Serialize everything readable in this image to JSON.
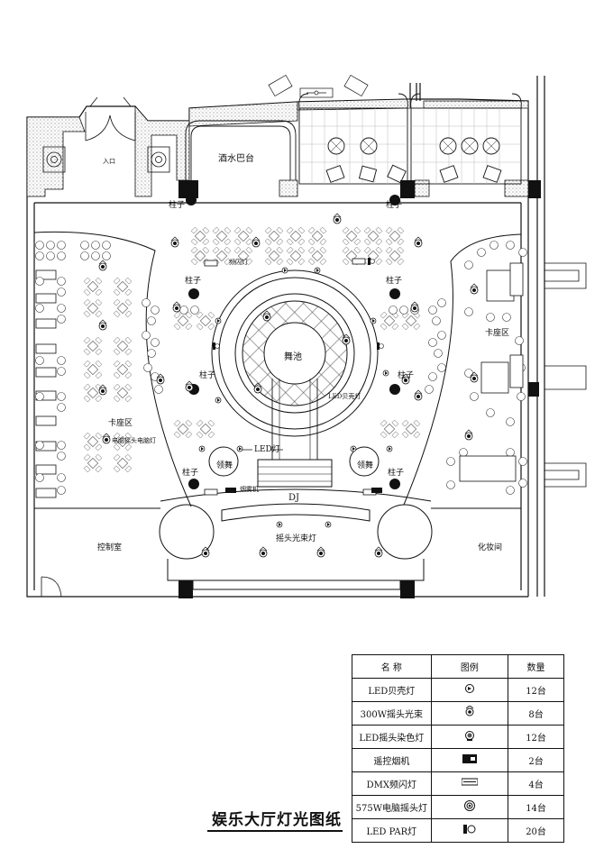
{
  "title": "娱乐大厅灯光图纸",
  "labels": {
    "entrance": "入口",
    "bar": "酒水巴台",
    "pillar": "柱子",
    "dance_floor": "舞池",
    "booth_left": "卡座区",
    "booth_right": "卡座区",
    "lead_dance_left": "领舞",
    "lead_dance_right": "领舞",
    "led_strip": "LED灯",
    "dj": "DJ",
    "moving_head": "摇头光束灯",
    "control_room": "控制室",
    "dressing_room": "化妆间",
    "strobe_note": "频闪灯",
    "computer_moving_note": "电脑摇头电脑灯",
    "fog_note": "烟雾机",
    "led_shell_note": "LED贝壳灯"
  },
  "legend": {
    "headers": [
      "名  称",
      "图例",
      "数量"
    ],
    "rows": [
      {
        "name": "LED贝壳灯",
        "icon": "led-shell-icon",
        "qty": "12台"
      },
      {
        "name": "300W摇头光束",
        "icon": "beam-moving-head-icon",
        "qty": "8台"
      },
      {
        "name": "LED摇头染色灯",
        "icon": "led-wash-moving-icon",
        "qty": "12台"
      },
      {
        "name": "遥控烟机",
        "icon": "fog-machine-icon",
        "qty": "2台"
      },
      {
        "name": "DMX频闪灯",
        "icon": "strobe-icon",
        "qty": "4台"
      },
      {
        "name": "575W电脑摇头灯",
        "icon": "computer-moving-head-icon",
        "qty": "14台"
      },
      {
        "name": "LED PAR灯",
        "icon": "led-par-icon",
        "qty": "20台"
      }
    ]
  }
}
